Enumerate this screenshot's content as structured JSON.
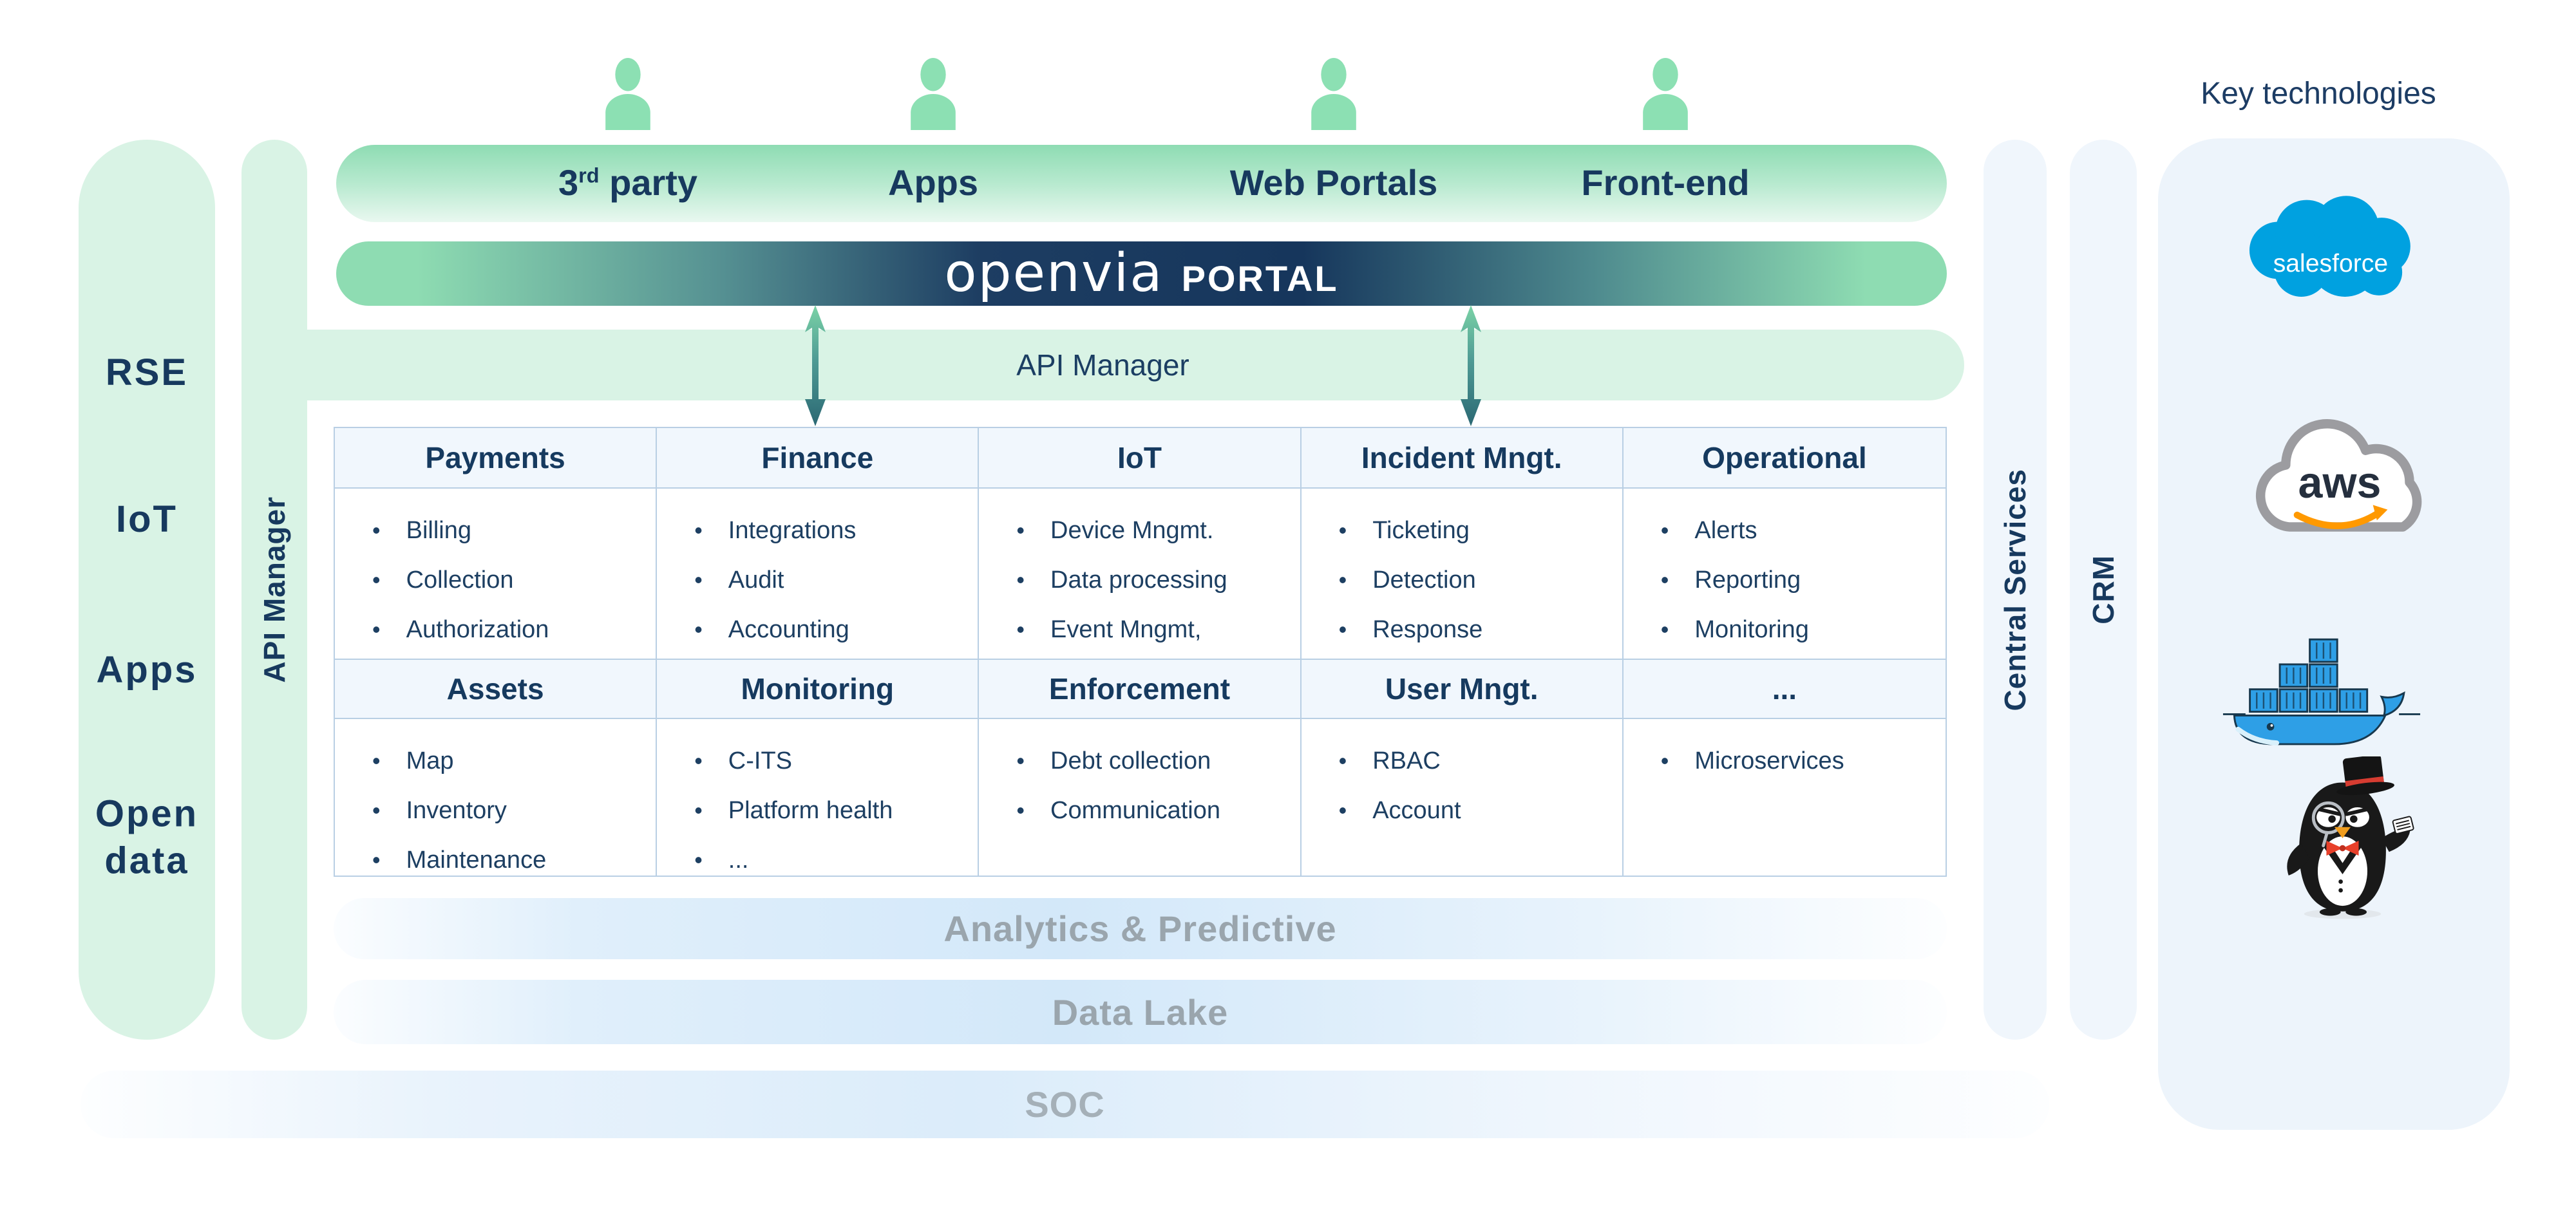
{
  "page": {
    "right_column_title": "Key technologies"
  },
  "actors": [
    {
      "pre": "3",
      "sup": "rd",
      "post": " party"
    },
    {
      "pre": "Apps",
      "sup": "",
      "post": ""
    },
    {
      "pre": "Web Portals",
      "sup": "",
      "post": ""
    },
    {
      "pre": "Front-end",
      "sup": "",
      "post": ""
    }
  ],
  "portal": {
    "brand": "openvia",
    "product": "PORTAL"
  },
  "api_bar": {
    "label": "API Manager"
  },
  "left_rail": {
    "items": [
      "RSE",
      "IoT",
      "Apps",
      "Open data"
    ]
  },
  "side_rails": {
    "api_manager": "API Manager",
    "central_services": "Central Services",
    "crm": "CRM"
  },
  "modules": {
    "row1": [
      {
        "title": "Payments",
        "bullets": [
          "Billing",
          "Collection",
          "Authorization"
        ]
      },
      {
        "title": "Finance",
        "bullets": [
          "Integrations",
          "Audit",
          "Accounting"
        ]
      },
      {
        "title": "IoT",
        "bullets": [
          "Device Mngmt.",
          "Data processing",
          "Event Mngmt,"
        ]
      },
      {
        "title": "Incident Mngt.",
        "bullets": [
          "Ticketing",
          "Detection",
          "Response"
        ]
      },
      {
        "title": "Operational",
        "bullets": [
          "Alerts",
          "Reporting",
          "Monitoring"
        ]
      }
    ],
    "row2": [
      {
        "title": "Assets",
        "bullets": [
          "Map",
          "Inventory",
          "Maintenance"
        ]
      },
      {
        "title": "Monitoring",
        "bullets": [
          "C-ITS",
          "Platform health",
          "..."
        ]
      },
      {
        "title": "Enforcement",
        "bullets": [
          "Debt collection",
          "Communication"
        ]
      },
      {
        "title": "User Mngt.",
        "bullets": [
          "RBAC",
          "Account"
        ]
      },
      {
        "title": "...",
        "bullets": [
          "Microservices"
        ]
      }
    ]
  },
  "platform_bars": {
    "analytics": "Analytics & Predictive",
    "data_lake": "Data Lake",
    "soc": "SOC"
  },
  "logos": {
    "salesforce": "salesforce",
    "aws": "aws"
  },
  "icons": {
    "actor": "person-silhouette",
    "connector": "double-headed-arrow",
    "logo_marks": [
      "salesforce-cloud",
      "aws-cloud",
      "docker-whale",
      "tuxedo-penguin"
    ]
  },
  "colors": {
    "mint": "#8ce0b3",
    "mint_light": "#d9f3e5",
    "navy": "#17395e",
    "table_border": "#b9cfe4",
    "header_bg": "#f1f7fd",
    "bar_text_gray": "#9aa5ad",
    "salesforce_blue": "#00a1e0",
    "aws_navy": "#252f3e",
    "aws_orange": "#ff9900",
    "docker_blue": "#2e9fe6"
  }
}
